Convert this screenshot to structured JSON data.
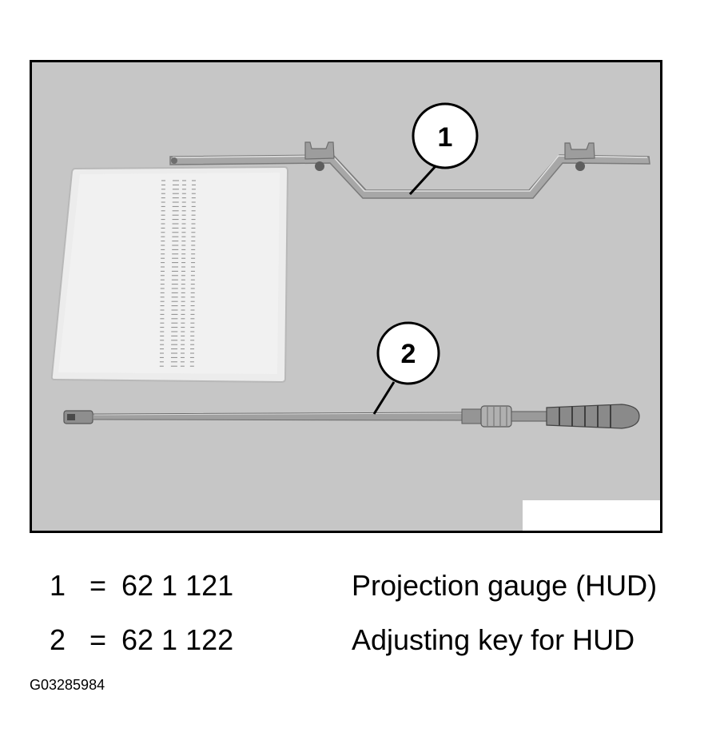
{
  "figure": {
    "callouts": [
      {
        "number": "1"
      },
      {
        "number": "2"
      }
    ],
    "legend": [
      {
        "number": "1",
        "equals": "=",
        "part_number": "62 1 121",
        "description": "Projection gauge (HUD)"
      },
      {
        "number": "2",
        "equals": "=",
        "part_number": "62 1 122",
        "description": "Adjusting key for HUD"
      }
    ],
    "figure_id": "G03285984",
    "colors": {
      "photo_background": "#c6c6c6",
      "frame_border": "#000000",
      "text": "#000000"
    }
  }
}
